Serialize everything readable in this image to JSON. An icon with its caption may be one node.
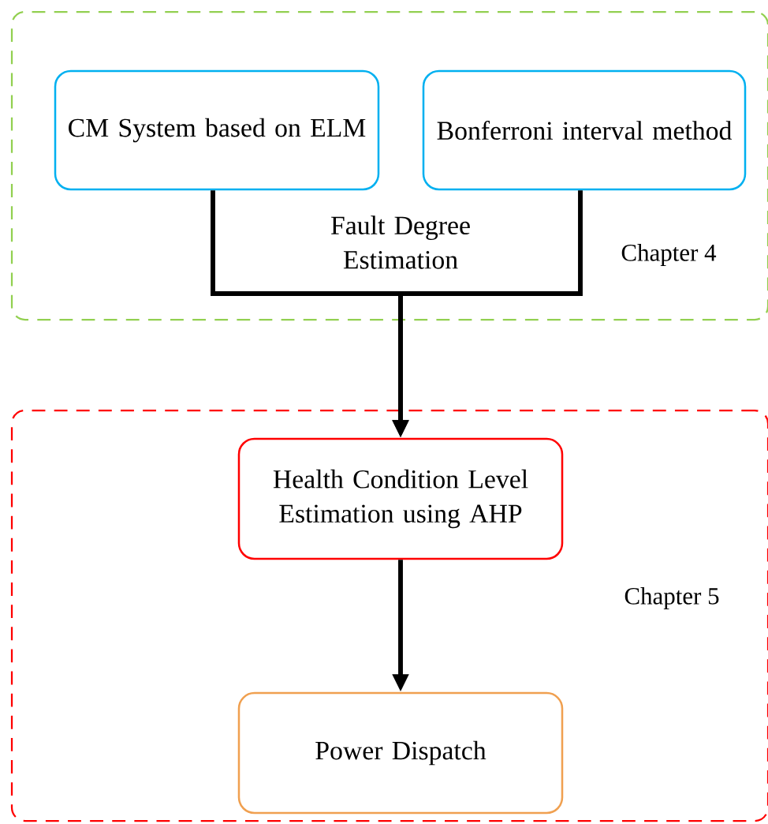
{
  "diagram": {
    "nodes": [
      {
        "text": [
          "Chapter 4"
        ]
      },
      {
        "text": [
          "CM System based on ELM"
        ],
        "in": 0
      },
      {
        "text": [
          "Bonferroni interval method"
        ],
        "in": 0
      },
      {
        "text": [
          "Chapter 5"
        ]
      },
      {
        "text": [
          "Health Condition Level Estimation using AHP"
        ],
        "in": 3
      },
      {
        "text": [
          "Power Dispatch"
        ],
        "in": 3
      }
    ],
    "edges": [
      {
        "from": 1,
        "to": 4,
        "arrow": "to"
      },
      {
        "from": 2,
        "to": 4,
        "arrow": "to"
      },
      {
        "from": 4,
        "to": 5,
        "arrow": "to"
      }
    ],
    "labels": [
      "Fault Degree Estimation"
    ]
  }
}
